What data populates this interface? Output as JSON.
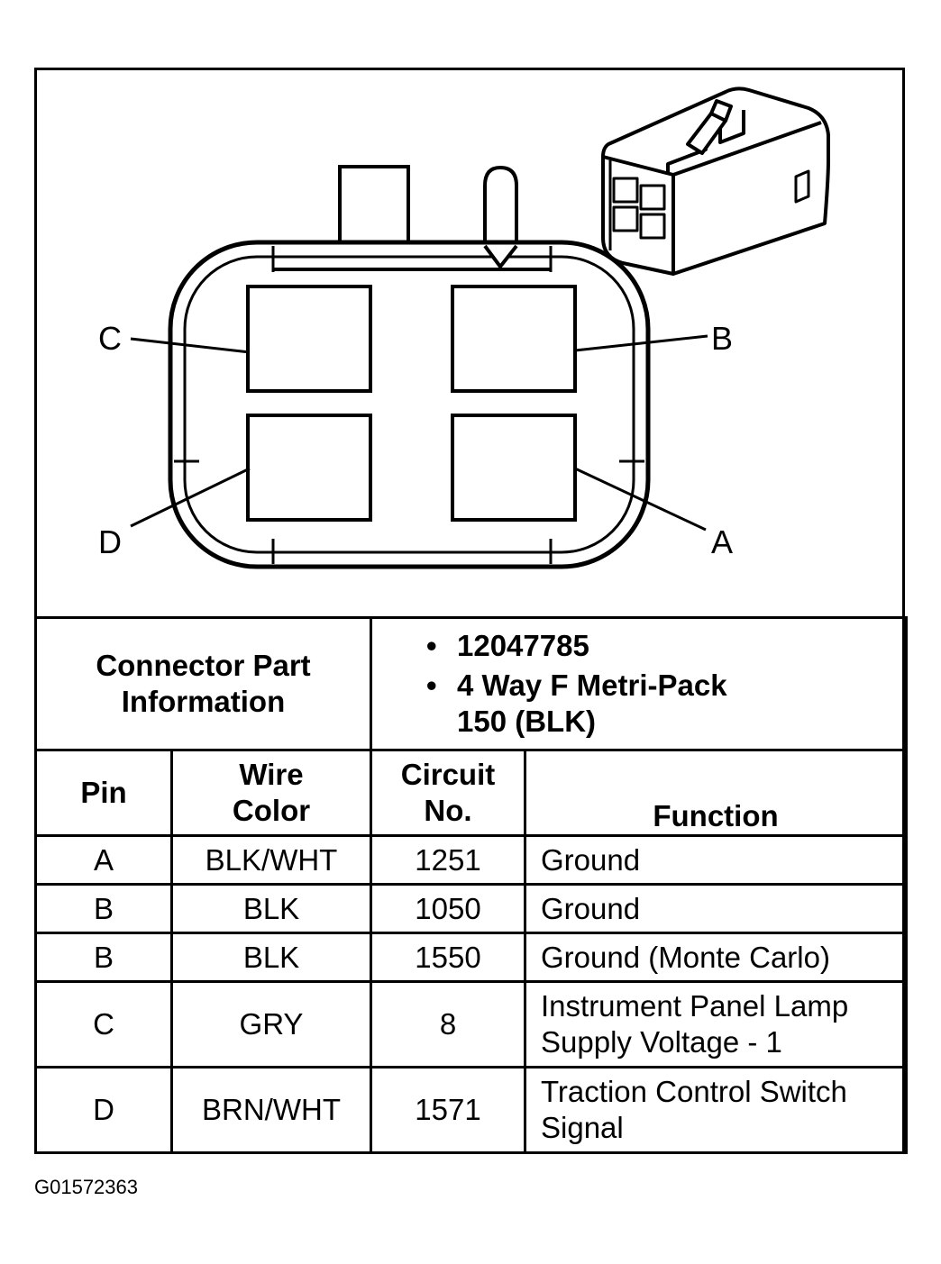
{
  "diagram": {
    "pin_labels": {
      "a": "A",
      "b": "B",
      "c": "C",
      "d": "D"
    }
  },
  "connector_info": {
    "label": "Connector Part Information",
    "values": [
      "12047785",
      "4 Way F Metri-Pack 150 (BLK)"
    ]
  },
  "table": {
    "headers": {
      "pin": "Pin",
      "wire_color": "Wire Color",
      "circuit_no": "Circuit No.",
      "function": "Function"
    },
    "rows": [
      {
        "pin": "A",
        "wire_color": "BLK/WHT",
        "circuit_no": "1251",
        "function": "Ground"
      },
      {
        "pin": "B",
        "wire_color": "BLK",
        "circuit_no": "1050",
        "function": "Ground"
      },
      {
        "pin": "B",
        "wire_color": "BLK",
        "circuit_no": "1550",
        "function": "Ground (Monte Carlo)"
      },
      {
        "pin": "C",
        "wire_color": "GRY",
        "circuit_no": "8",
        "function": "Instrument Panel Lamp Supply Voltage - 1"
      },
      {
        "pin": "D",
        "wire_color": "BRN/WHT",
        "circuit_no": "1571",
        "function": "Traction Control Switch Signal"
      }
    ]
  },
  "figure_id": "G01572363"
}
